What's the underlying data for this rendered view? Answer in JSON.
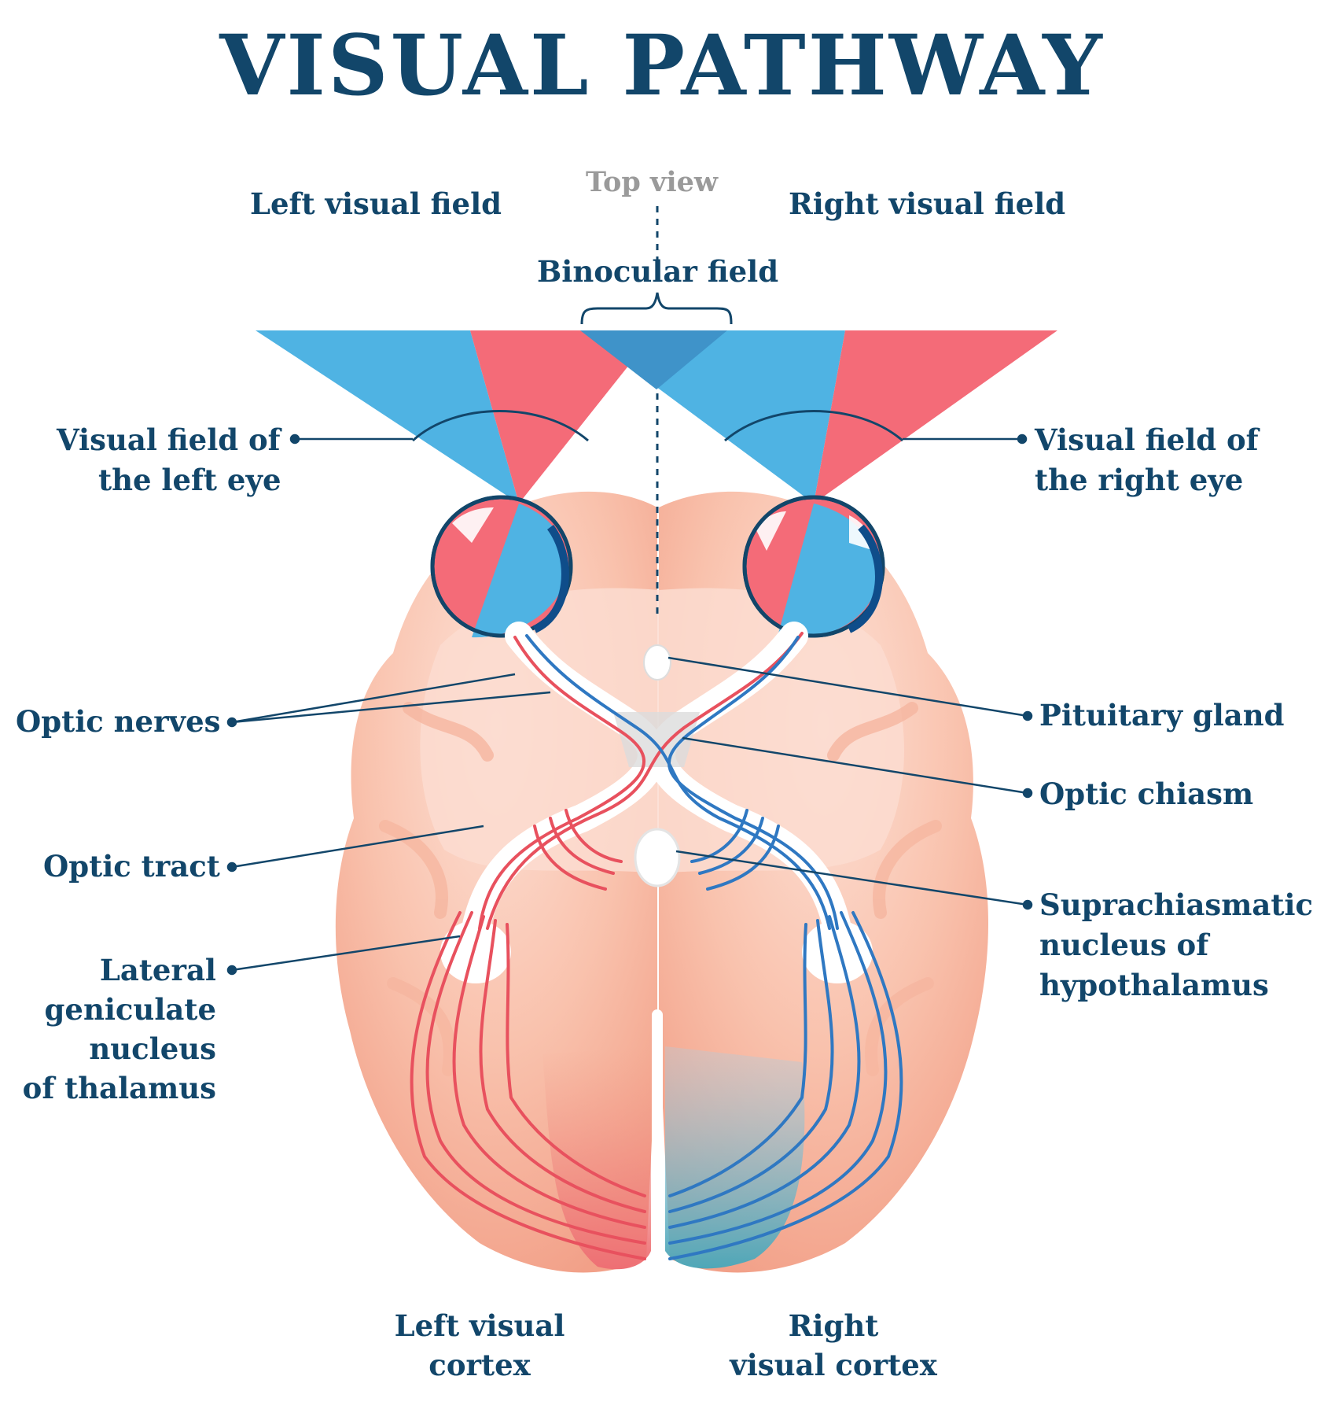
{
  "title": "VISUAL PATHWAY",
  "labels": {
    "top_view": "Top view",
    "left_visual_field": "Left visual field",
    "right_visual_field": "Right visual field",
    "binocular_field": "Binocular field",
    "visual_field_left_eye": [
      "Visual field of",
      "the left eye"
    ],
    "visual_field_right_eye": [
      "Visual field of",
      "the right eye"
    ],
    "optic_nerves": "Optic nerves",
    "pituitary_gland": "Pituitary gland",
    "optic_chiasm": "Optic chiasm",
    "optic_tract": "Optic tract",
    "suprachiasmatic": [
      "Suprachiasmatic",
      "nucleus of",
      "hypothalamus"
    ],
    "lateral_geniculate": [
      "Lateral",
      "geniculate",
      "nucleus",
      "of thalamus"
    ],
    "left_visual_cortex": [
      "Left visual",
      "cortex"
    ],
    "right_visual_cortex": [
      "Right",
      "visual cortex"
    ]
  },
  "colors": {
    "title": "#12466a",
    "blue_field": "#4fb3e3",
    "red_field": "#f46b78",
    "overlap": "#3f93c9",
    "brain_light": "#fbd8cc",
    "brain_dark": "#f3a88f",
    "nerve_red": "#e8515e",
    "nerve_blue": "#2f78c2"
  }
}
